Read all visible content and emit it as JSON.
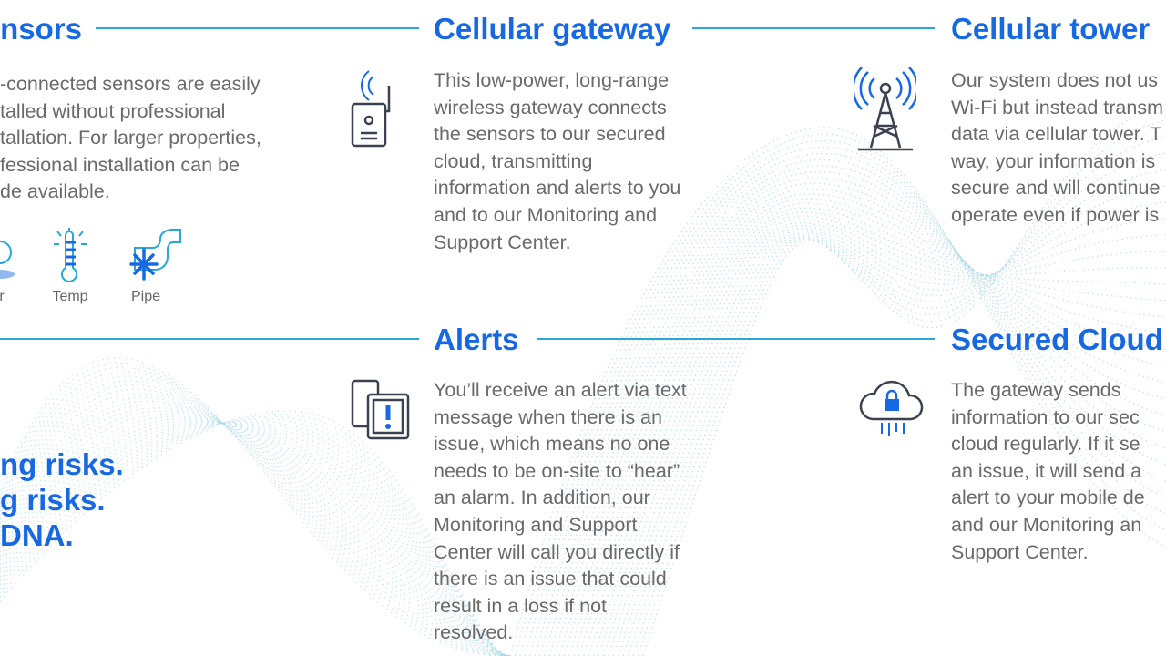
{
  "colors": {
    "heading": "#1668e3",
    "rule": "#2aa7d8",
    "text": "#6a6a6a",
    "icon": "#3a4150",
    "accent": "#1668e3",
    "dots": "#9fd3e6"
  },
  "sensors": {
    "heading": "nsors",
    "lines": [
      "-connected sensors are easily",
      "talled without professional",
      "tallation. For larger properties,",
      "fessional installation can be",
      "de available."
    ],
    "icons": [
      {
        "label": "r",
        "icon": "water-sensor-icon"
      },
      {
        "label": "Temp",
        "icon": "thermometer-icon"
      },
      {
        "label": "Pipe",
        "icon": "frozen-pipe-icon"
      }
    ]
  },
  "gateway": {
    "heading": "Cellular gateway",
    "icon": "gateway-icon",
    "lines": [
      "This low-power, long-range",
      "wireless gateway connects",
      "the sensors to our secured",
      "cloud, transmitting",
      "information and alerts to you",
      "and to our Monitoring and",
      "Support Center."
    ]
  },
  "tower": {
    "heading": "Cellular tower",
    "icon": "cell-tower-icon",
    "lines": [
      "Our system does not us",
      "Wi-Fi but instead transm",
      "data via cellular tower. T",
      "way, your information is",
      "secure and will continue",
      "operate even if power is"
    ]
  },
  "alerts": {
    "heading": "Alerts",
    "icon": "mobile-alert-icon",
    "lines": [
      "You’ll receive an alert via text",
      "message when there is an",
      "issue, which means no one",
      "needs to be on-site to “hear”",
      "an alarm. In addition, our",
      "Monitoring and Support",
      "Center will call you directly if",
      "there is an issue that could",
      "result in a loss if not",
      "resolved."
    ]
  },
  "cloud": {
    "heading": "Secured Cloud",
    "icon": "secure-cloud-icon",
    "lines": [
      "The gateway sends",
      "information to our sec",
      "cloud regularly. If it se",
      "an issue, it will send a",
      "alert to your mobile de",
      "and our Monitoring an",
      "Support Center."
    ]
  },
  "tagline": [
    "ng risks.",
    "g risks.",
    "DNA."
  ]
}
